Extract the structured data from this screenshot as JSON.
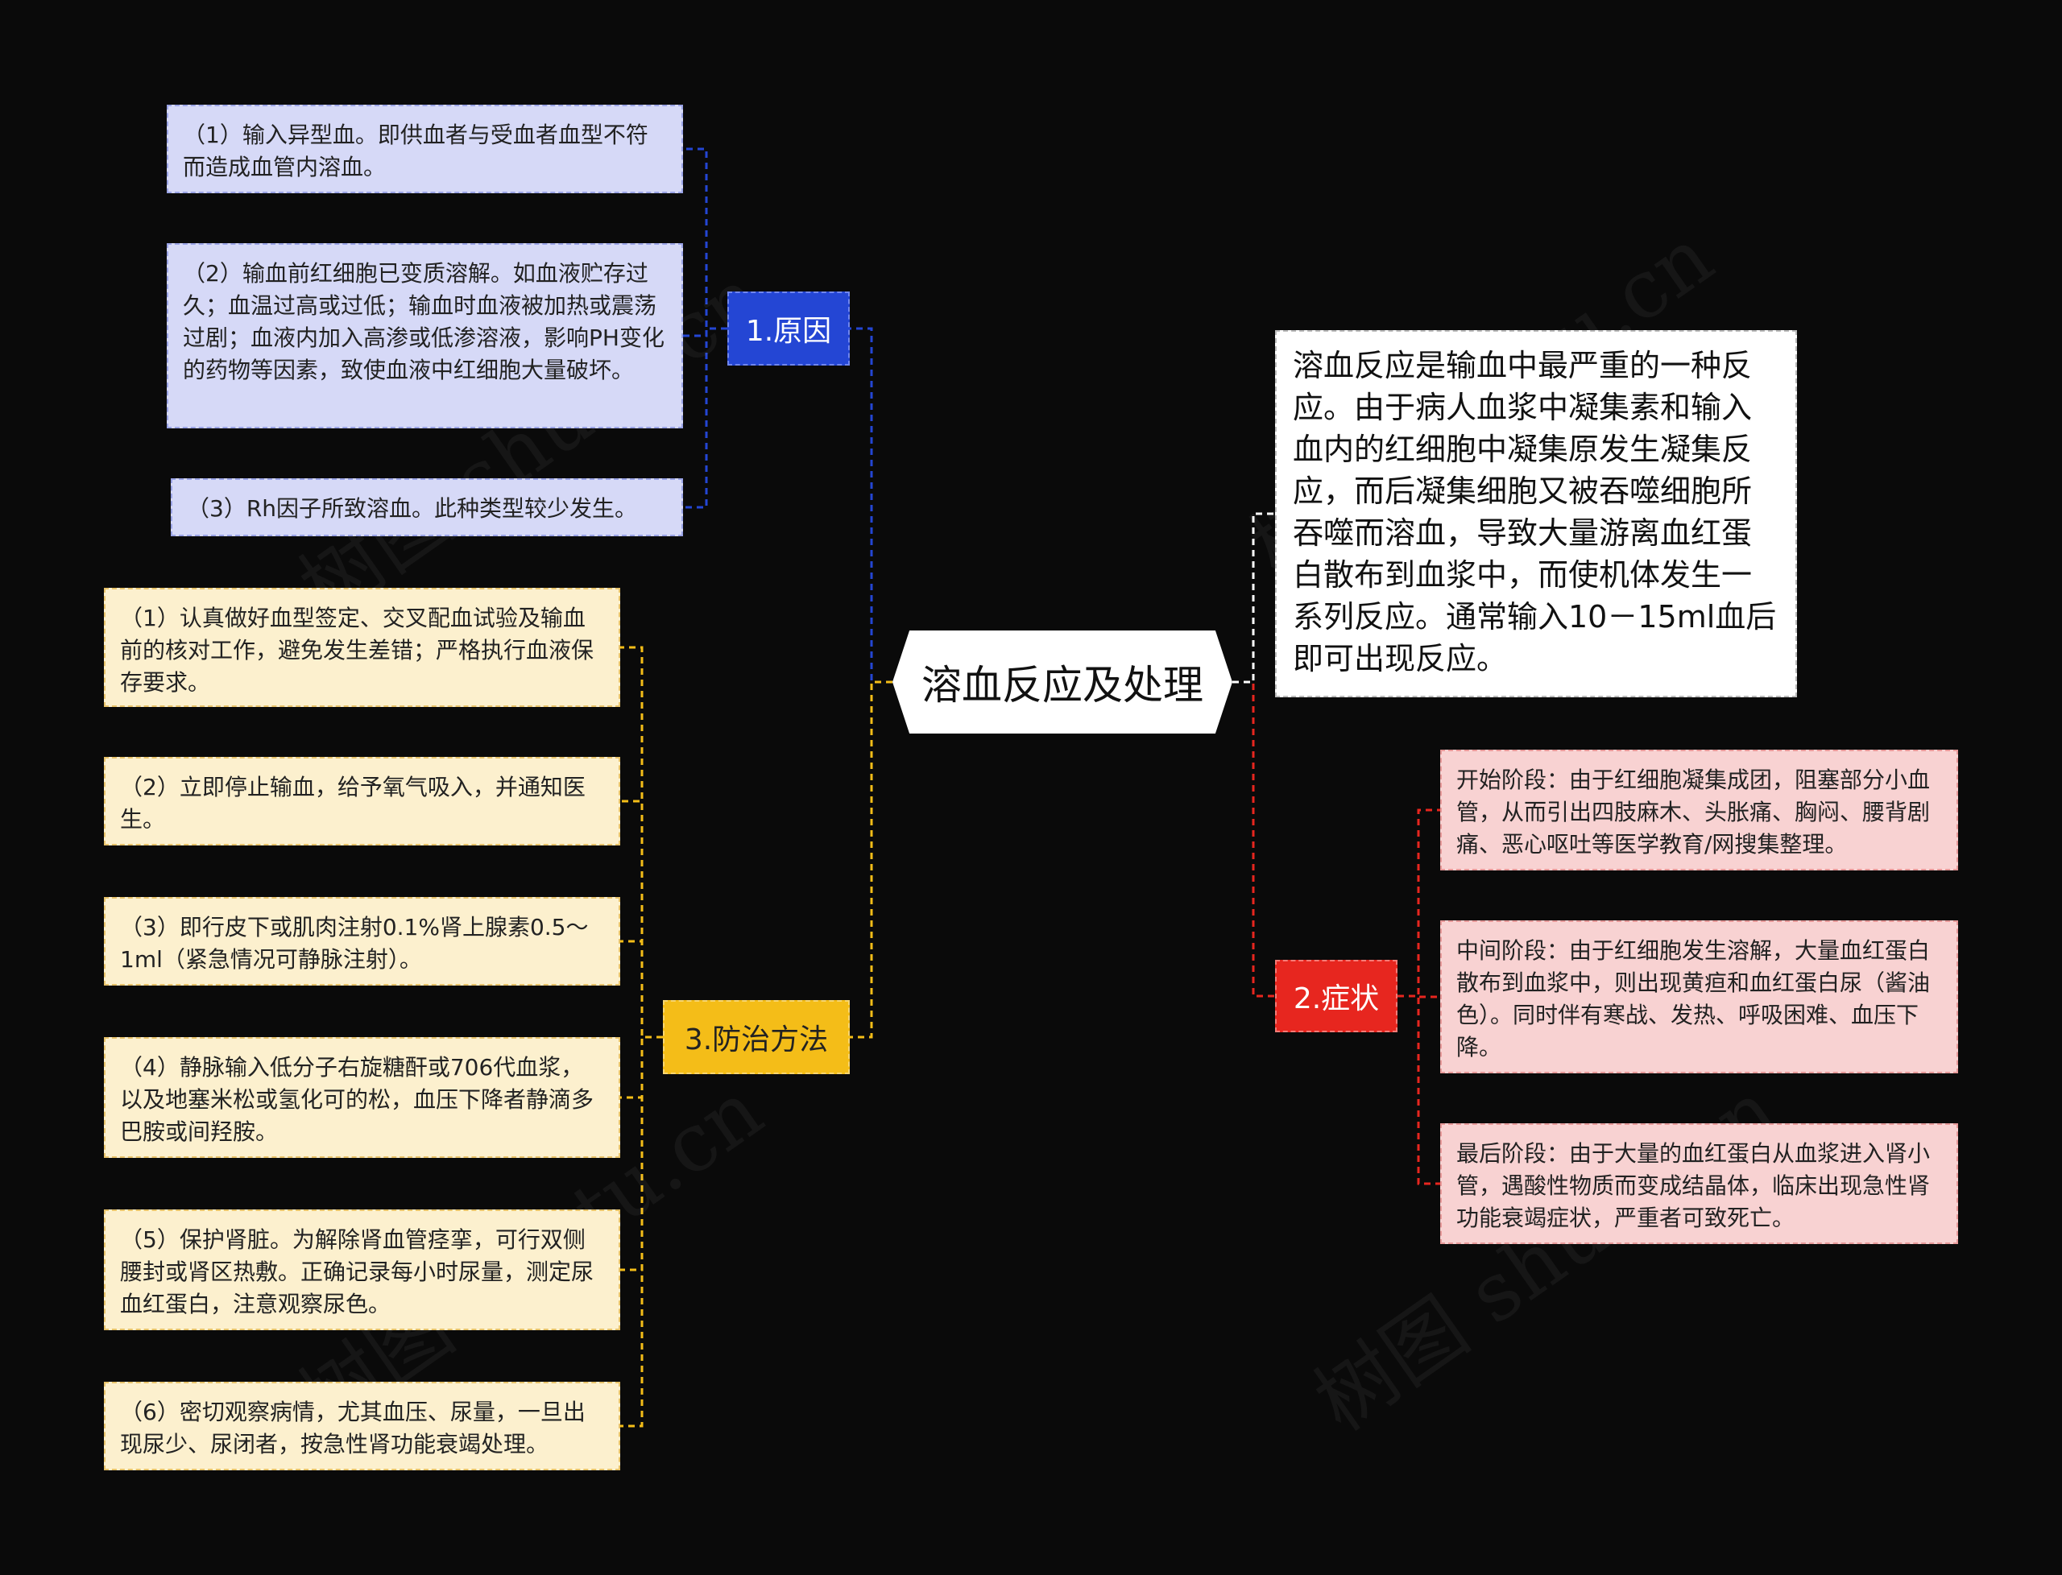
{
  "center": {
    "title": "溶血反应及处理"
  },
  "summary": {
    "text": "溶血反应是输血中最严重的一种反应。由于病人血浆中凝集素和输入血内的红细胞中凝集原发生凝集反应，而后凝集细胞又被吞噬细胞所吞噬而溶血，导致大量游离血红蛋白散布到血浆中，而使机体发生一系列反应。通常输入10－15ml血后即可出现反应。"
  },
  "branches": {
    "cause": {
      "label": "1.原因",
      "items": [
        "（1）输入异型血。即供血者与受血者血型不符而造成血管内溶血。",
        "（2）输血前红细胞已变质溶解。如血液贮存过久；血温过高或过低；输血时血液被加热或震荡过剧；血液内加入高渗或低渗溶液，影响PH变化的药物等因素，致使血液中红细胞大量破坏。",
        "（3）Rh因子所致溶血。此种类型较少发生。"
      ]
    },
    "symptom": {
      "label": "2.症状",
      "items": [
        "开始阶段：由于红细胞凝集成团，阻塞部分小血管，从而引出四肢麻木、头胀痛、胸闷、腰背剧痛、恶心呕吐等医学教育/网搜集整理。",
        "中间阶段：由于红细胞发生溶解，大量血红蛋白散布到血浆中，则出现黄疸和血红蛋白尿（酱油色）。同时伴有寒战、发热、呼吸困难、血压下降。",
        "最后阶段：由于大量的血红蛋白从血浆进入肾小管，遇酸性物质而变成结晶体，临床出现急性肾功能衰竭症状，严重者可致死亡。"
      ]
    },
    "prevent": {
      "label": "3.防治方法",
      "items": [
        "（1）认真做好血型签定、交叉配血试验及输血前的核对工作，避免发生差错；严格执行血液保存要求。",
        "（2）立即停止输血，给予氧气吸入，并通知医生。",
        "（3）即行皮下或肌肉注射0.1%肾上腺素0.5～1ml（紧急情况可静脉注射）。",
        "（4）静脉输入低分子右旋糖酐或706代血浆，以及地塞米松或氢化可的松，血压下降者静滴多巴胺或间羟胺。",
        "（5）保护肾脏。为解除肾血管痉挛，可行双侧腰封或肾区热敷。正确记录每小时尿量，测定尿血红蛋白，注意观察尿色。",
        "（6）密切观察病情，尤其血压、尿量，一旦出现尿少、尿闭者，按急性肾功能衰竭处理。"
      ]
    }
  },
  "watermark": "树图 shutu.cn",
  "colors": {
    "background": "#0a0a0a",
    "cause": "#2446d4",
    "symptom": "#e7261f",
    "prevent": "#f4bd18",
    "cause_leaf": "#d6d9f7",
    "symptom_leaf": "#f8d2d2",
    "prevent_leaf": "#fcf0ce",
    "summary_line": "#ffffff"
  }
}
